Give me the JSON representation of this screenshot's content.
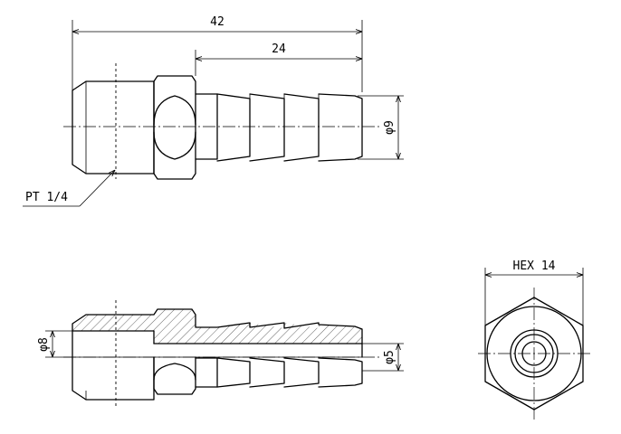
{
  "dimensions": {
    "overall_length": "42",
    "barb_length": "24",
    "barb_diameter": "φ9",
    "thread": "PT 1/4",
    "bore_diameter": "φ5",
    "thread_bore_diameter": "φ8",
    "hex_size": "HEX 14"
  }
}
